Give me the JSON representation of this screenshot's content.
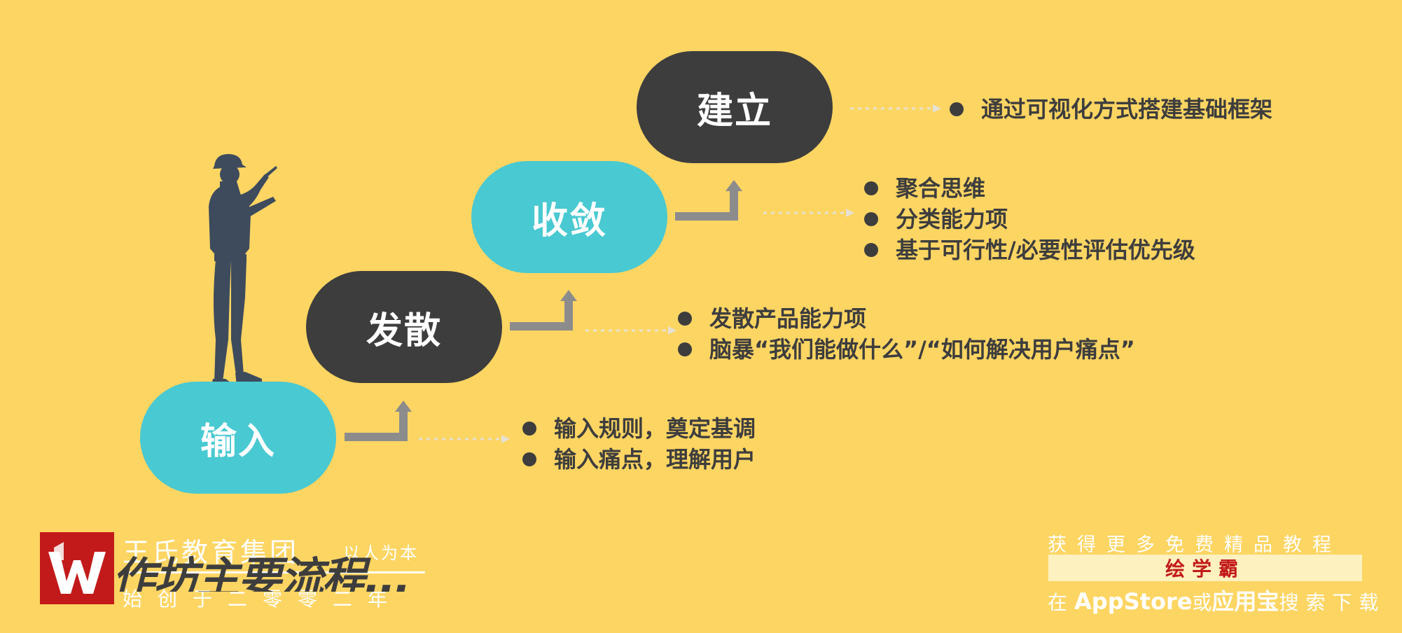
{
  "steps": [
    {
      "label": "输入"
    },
    {
      "label": "发散"
    },
    {
      "label": "收敛"
    },
    {
      "label": "建立"
    }
  ],
  "bullets": {
    "input": [
      "输入规则，奠定基调",
      "输入痛点，理解用户"
    ],
    "diverge": [
      "发散产品能力项",
      "脑暴“我们能做什么”/“如何解决用户痛点”"
    ],
    "converge": [
      "聚合思维",
      "分类能力项",
      "基于可行性/必要性评估优先级"
    ],
    "establish": [
      "通过可视化方式搭建基础框架"
    ]
  },
  "watermark": {
    "group_name": "王氏教育集团",
    "motto": "以人为本",
    "founded": "始创于二零零二年",
    "overlay_title": "作坊主要流程..."
  },
  "promo": {
    "top": "获得更多免费精品教程",
    "brand": "绘学霸",
    "bottom_prefix": "在",
    "bottom_store1": "AppStore",
    "bottom_or": "或",
    "bottom_store2": "应用宝",
    "bottom_suffix": "搜索下载"
  },
  "colors": {
    "background": "#FDD563",
    "dark_pill": "#3D3D3D",
    "teal_pill": "#49C9D1",
    "connector": "#8C8C8C",
    "dotted_arrow": "#E6E1D2",
    "logo_red": "#C21A1A"
  }
}
